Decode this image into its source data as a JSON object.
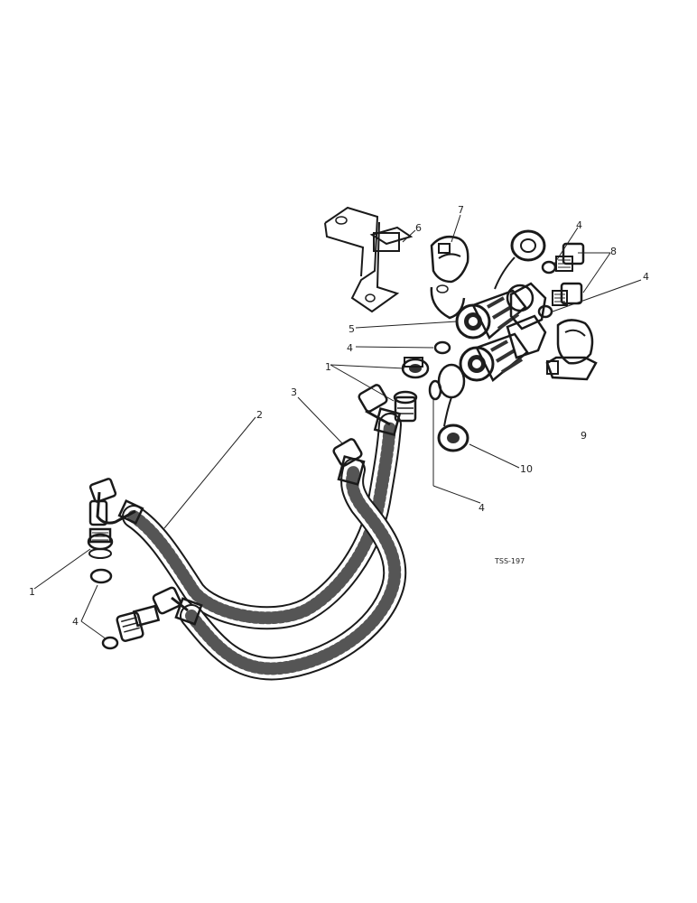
{
  "callouts": {
    "c1a": "1",
    "c1b": "1",
    "c2": "2",
    "c3": "3",
    "c4a": "4",
    "c4b": "4",
    "c4c": "4",
    "c4d": "4",
    "c4e": "4",
    "c5": "5",
    "c6": "6",
    "c7": "7",
    "c8": "8",
    "c9": "9",
    "c10": "10"
  },
  "reference": "TSS-197"
}
